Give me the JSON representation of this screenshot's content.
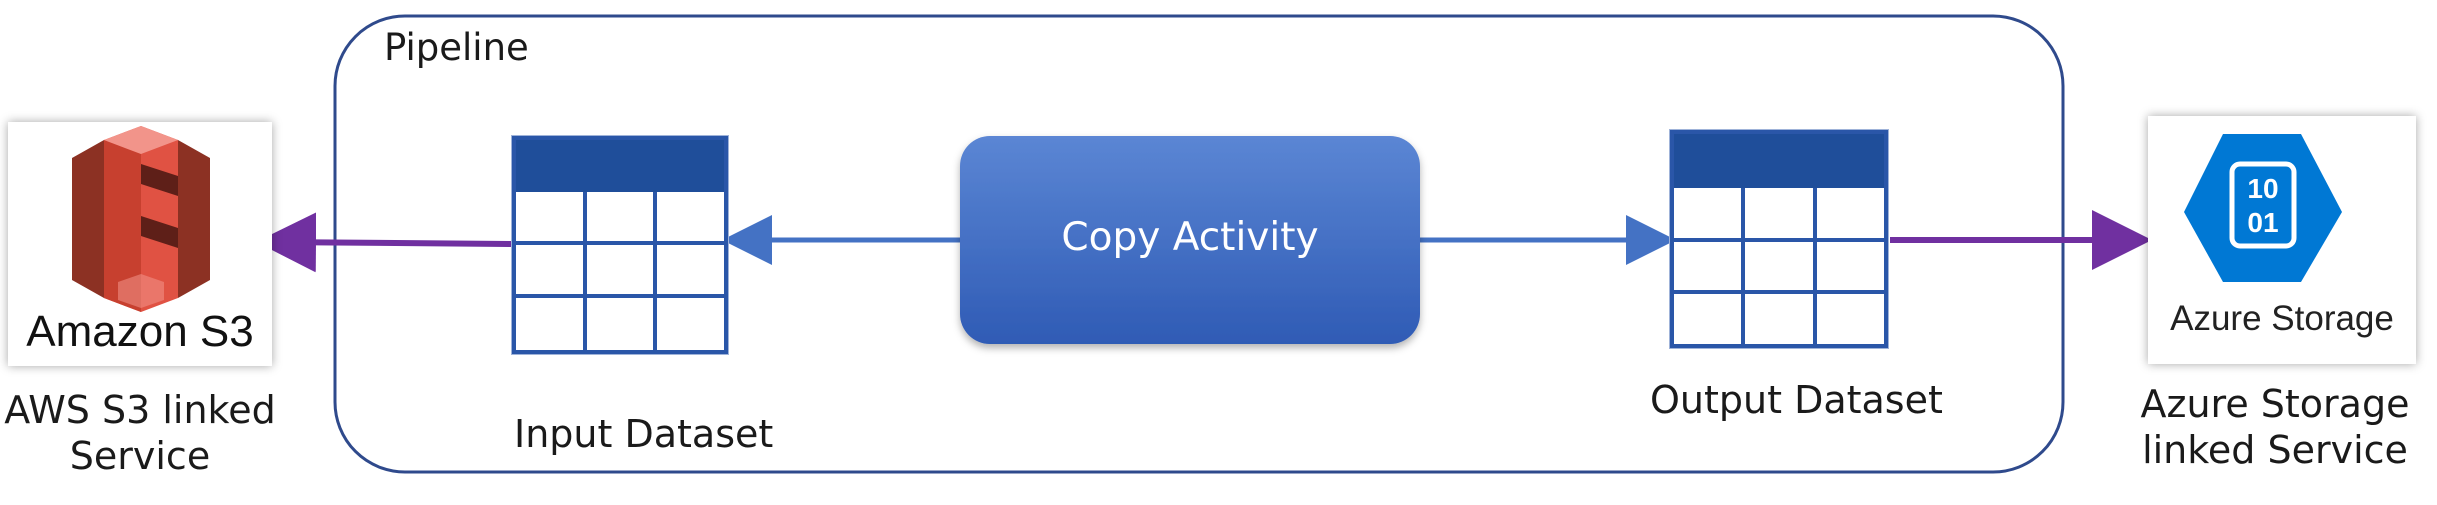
{
  "pipeline": {
    "title": "Pipeline"
  },
  "activity": {
    "label": "Copy Activity"
  },
  "input_dataset": {
    "label": "Input Dataset"
  },
  "output_dataset": {
    "label": "Output Dataset"
  },
  "source_service": {
    "logo_text": "Amazon S3",
    "label_line1": "AWS S3 linked",
    "label_line2": "Service",
    "icon": "aws-s3-bucket-icon"
  },
  "sink_service": {
    "logo_text": "Azure Storage",
    "label_line1": "Azure Storage",
    "label_line2": "linked Service",
    "icon": "azure-storage-hexagon-icon",
    "icon_glyph_line1": "10",
    "icon_glyph_line2": "01"
  },
  "colors": {
    "pipeline_border": "#2F4A8C",
    "activity_fill": "#3D6AC4",
    "dataset_header": "#1F4E9A",
    "dataset_grid": "#2A56A8",
    "arrow_blue": "#4472C4",
    "arrow_purple": "#7030A0",
    "s3_red": "#E05243",
    "s3_dark": "#8C3123",
    "azure_blue": "#0078D4"
  }
}
